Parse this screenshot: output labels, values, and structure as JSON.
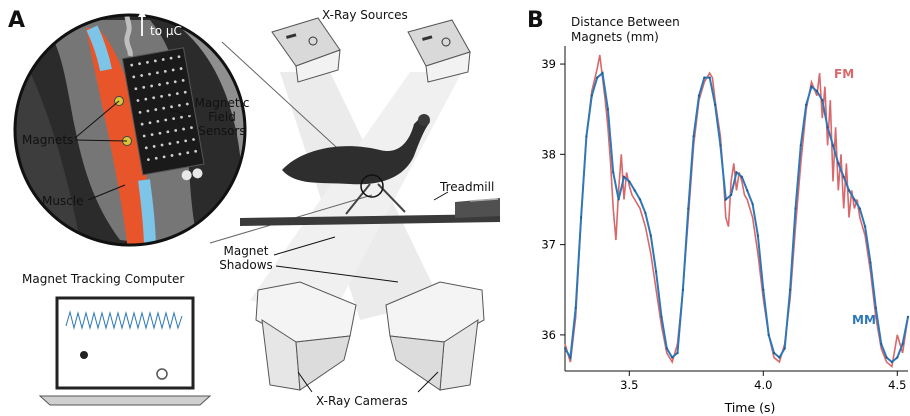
{
  "panel_a": {
    "letter": "A",
    "to_uc": "to μC",
    "magnetic_field_sensors": [
      "Magnetic",
      "Field",
      "Sensors"
    ],
    "magnets": "Magnets",
    "muscle": "Muscle",
    "xray_sources": "X-Ray Sources",
    "treadmill": "Treadmill",
    "magnet_shadows": [
      "Magnet",
      "Shadows"
    ],
    "magnet_tracking_computer": "Magnet Tracking Computer",
    "xray_cameras": "X-Ray Cameras"
  },
  "panel_b": {
    "letter": "B"
  },
  "colors": {
    "fm": "#d9686a",
    "mm": "#2e78b7",
    "muscle": "#e8552b",
    "tendon": "#7cc4e8"
  },
  "chart_data": {
    "type": "line",
    "title": "Distance Between Magnets (mm)",
    "title_lines": [
      "Distance Between",
      "Magnets (mm)"
    ],
    "xlabel": "Time (s)",
    "ylabel": "",
    "xlim": [
      3.26,
      4.54
    ],
    "ylim": [
      35.6,
      39.2
    ],
    "xticks": [
      3.5,
      4.0,
      4.5
    ],
    "xtick_labels": [
      "3.5",
      "4.0",
      "4.5"
    ],
    "yticks": [
      36,
      37,
      38,
      39
    ],
    "ytick_labels": [
      "36",
      "37",
      "38",
      "39"
    ],
    "grid": false,
    "legend": "inline labels at right",
    "series": [
      {
        "name": "FM",
        "x": [
          3.26,
          3.28,
          3.3,
          3.32,
          3.34,
          3.36,
          3.38,
          3.39,
          3.4,
          3.41,
          3.42,
          3.43,
          3.44,
          3.45,
          3.46,
          3.47,
          3.48,
          3.49,
          3.5,
          3.51,
          3.52,
          3.54,
          3.56,
          3.58,
          3.6,
          3.62,
          3.64,
          3.66,
          3.68,
          3.7,
          3.72,
          3.74,
          3.76,
          3.78,
          3.8,
          3.81,
          3.82,
          3.83,
          3.84,
          3.85,
          3.86,
          3.87,
          3.88,
          3.89,
          3.9,
          3.91,
          3.92,
          3.93,
          3.94,
          3.96,
          3.98,
          4.0,
          4.02,
          4.04,
          4.06,
          4.08,
          4.1,
          4.12,
          4.14,
          4.16,
          4.18,
          4.2,
          4.21,
          4.22,
          4.23,
          4.24,
          4.25,
          4.26,
          4.27,
          4.28,
          4.29,
          4.3,
          4.31,
          4.32,
          4.33,
          4.34,
          4.35,
          4.36,
          4.38,
          4.4,
          4.42,
          4.44,
          4.46,
          4.48,
          4.5,
          4.52,
          4.54
        ],
        "y": [
          35.9,
          35.7,
          36.2,
          37.3,
          38.2,
          38.7,
          38.95,
          39.1,
          38.85,
          38.6,
          38.3,
          37.9,
          37.4,
          37.05,
          37.6,
          38.0,
          37.5,
          37.8,
          37.65,
          37.55,
          37.5,
          37.4,
          37.2,
          36.9,
          36.5,
          36.1,
          35.8,
          35.7,
          35.9,
          36.5,
          37.3,
          38.1,
          38.6,
          38.8,
          38.9,
          38.85,
          38.6,
          38.4,
          38.2,
          37.8,
          37.3,
          37.2,
          37.7,
          37.9,
          37.6,
          37.8,
          37.7,
          37.55,
          37.5,
          37.3,
          36.9,
          36.4,
          36.0,
          35.75,
          35.7,
          35.9,
          36.4,
          37.2,
          37.9,
          38.5,
          38.8,
          38.65,
          38.9,
          38.4,
          38.75,
          38.1,
          38.6,
          37.7,
          38.3,
          37.6,
          38.0,
          37.4,
          37.9,
          37.3,
          37.6,
          37.4,
          37.5,
          37.3,
          37.1,
          36.7,
          36.2,
          35.85,
          35.7,
          35.65,
          36.0,
          35.8,
          36.2
        ]
      },
      {
        "name": "MM",
        "x": [
          3.26,
          3.28,
          3.3,
          3.32,
          3.34,
          3.36,
          3.38,
          3.4,
          3.42,
          3.44,
          3.46,
          3.48,
          3.5,
          3.52,
          3.54,
          3.56,
          3.58,
          3.6,
          3.62,
          3.64,
          3.66,
          3.68,
          3.7,
          3.72,
          3.74,
          3.76,
          3.78,
          3.8,
          3.82,
          3.84,
          3.86,
          3.88,
          3.9,
          3.92,
          3.94,
          3.96,
          3.98,
          4.0,
          4.02,
          4.04,
          4.06,
          4.08,
          4.1,
          4.12,
          4.14,
          4.16,
          4.18,
          4.2,
          4.22,
          4.24,
          4.26,
          4.28,
          4.3,
          4.32,
          4.34,
          4.36,
          4.38,
          4.4,
          4.42,
          4.44,
          4.46,
          4.48,
          4.5,
          4.52,
          4.54
        ],
        "y": [
          35.85,
          35.75,
          36.3,
          37.3,
          38.2,
          38.65,
          38.85,
          38.9,
          38.5,
          37.8,
          37.5,
          37.75,
          37.7,
          37.6,
          37.5,
          37.35,
          37.1,
          36.7,
          36.2,
          35.85,
          35.75,
          35.8,
          36.5,
          37.4,
          38.2,
          38.65,
          38.85,
          38.85,
          38.55,
          38.1,
          37.5,
          37.55,
          37.8,
          37.75,
          37.6,
          37.45,
          37.1,
          36.5,
          36.0,
          35.8,
          35.75,
          35.85,
          36.5,
          37.4,
          38.1,
          38.55,
          38.75,
          38.7,
          38.6,
          38.3,
          38.1,
          37.9,
          37.75,
          37.6,
          37.5,
          37.4,
          37.2,
          36.8,
          36.3,
          35.9,
          35.75,
          35.7,
          35.75,
          35.9,
          36.2
        ]
      }
    ]
  }
}
